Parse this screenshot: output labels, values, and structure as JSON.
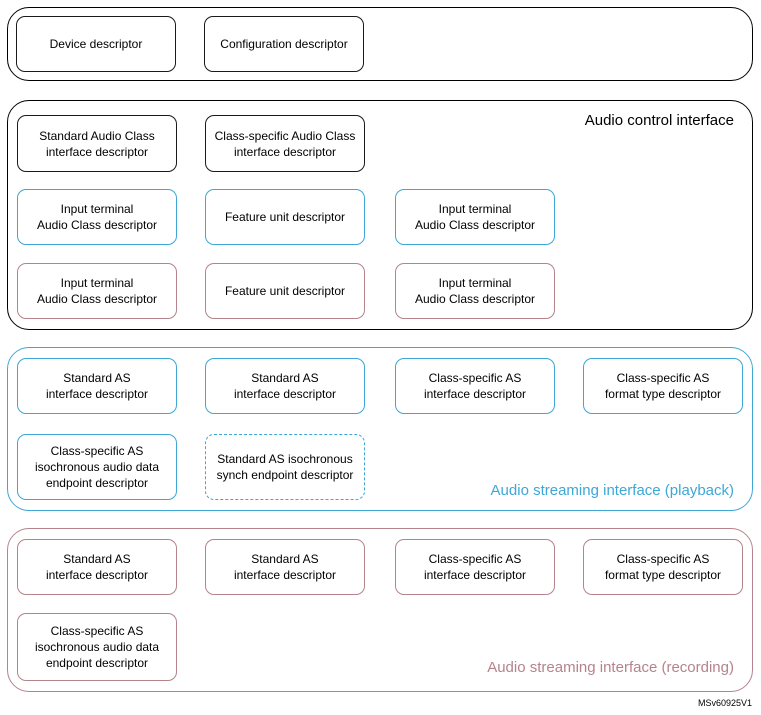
{
  "colors": {
    "black": "#1a1a1a",
    "blue": "#3ea7d6",
    "rose": "#b5838c",
    "title_blue": "#3ea7d6",
    "title_rose": "#b5838c"
  },
  "device_group": {
    "device_descriptor": "Device descriptor",
    "configuration_descriptor": "Configuration descriptor"
  },
  "audio_control": {
    "title": "Audio control interface",
    "standard_ac": "Standard Audio Class\ninterface descriptor",
    "class_specific_ac": "Class-specific Audio Class\ninterface descriptor",
    "row1_input_1": "Input terminal\nAudio Class descriptor",
    "row1_feature": "Feature unit descriptor",
    "row1_input_2": "Input terminal\nAudio Class descriptor",
    "row2_input_1": "Input terminal\nAudio Class descriptor",
    "row2_feature": "Feature unit descriptor",
    "row2_input_2": "Input terminal\nAudio Class descriptor"
  },
  "playback": {
    "title": "Audio streaming interface (playback)",
    "std_as_1": "Standard AS\ninterface descriptor",
    "std_as_2": "Standard AS\ninterface descriptor",
    "cs_as_interface": "Class-specific AS\ninterface descriptor",
    "cs_as_format": "Class-specific AS\nformat type descriptor",
    "cs_as_endpoint": "Class-specific AS\nisochronous audio data\nendpoint descriptor",
    "std_as_synch": "Standard AS isochronous\nsynch endpoint descriptor"
  },
  "recording": {
    "title": "Audio streaming interface (recording)",
    "std_as_1": "Standard AS\ninterface descriptor",
    "std_as_2": "Standard AS\ninterface descriptor",
    "cs_as_interface": "Class-specific AS\ninterface descriptor",
    "cs_as_format": "Class-specific AS\nformat type descriptor",
    "cs_as_endpoint": "Class-specific AS\nisochronous audio data\nendpoint descriptor"
  },
  "footer": "MSv60925V1"
}
